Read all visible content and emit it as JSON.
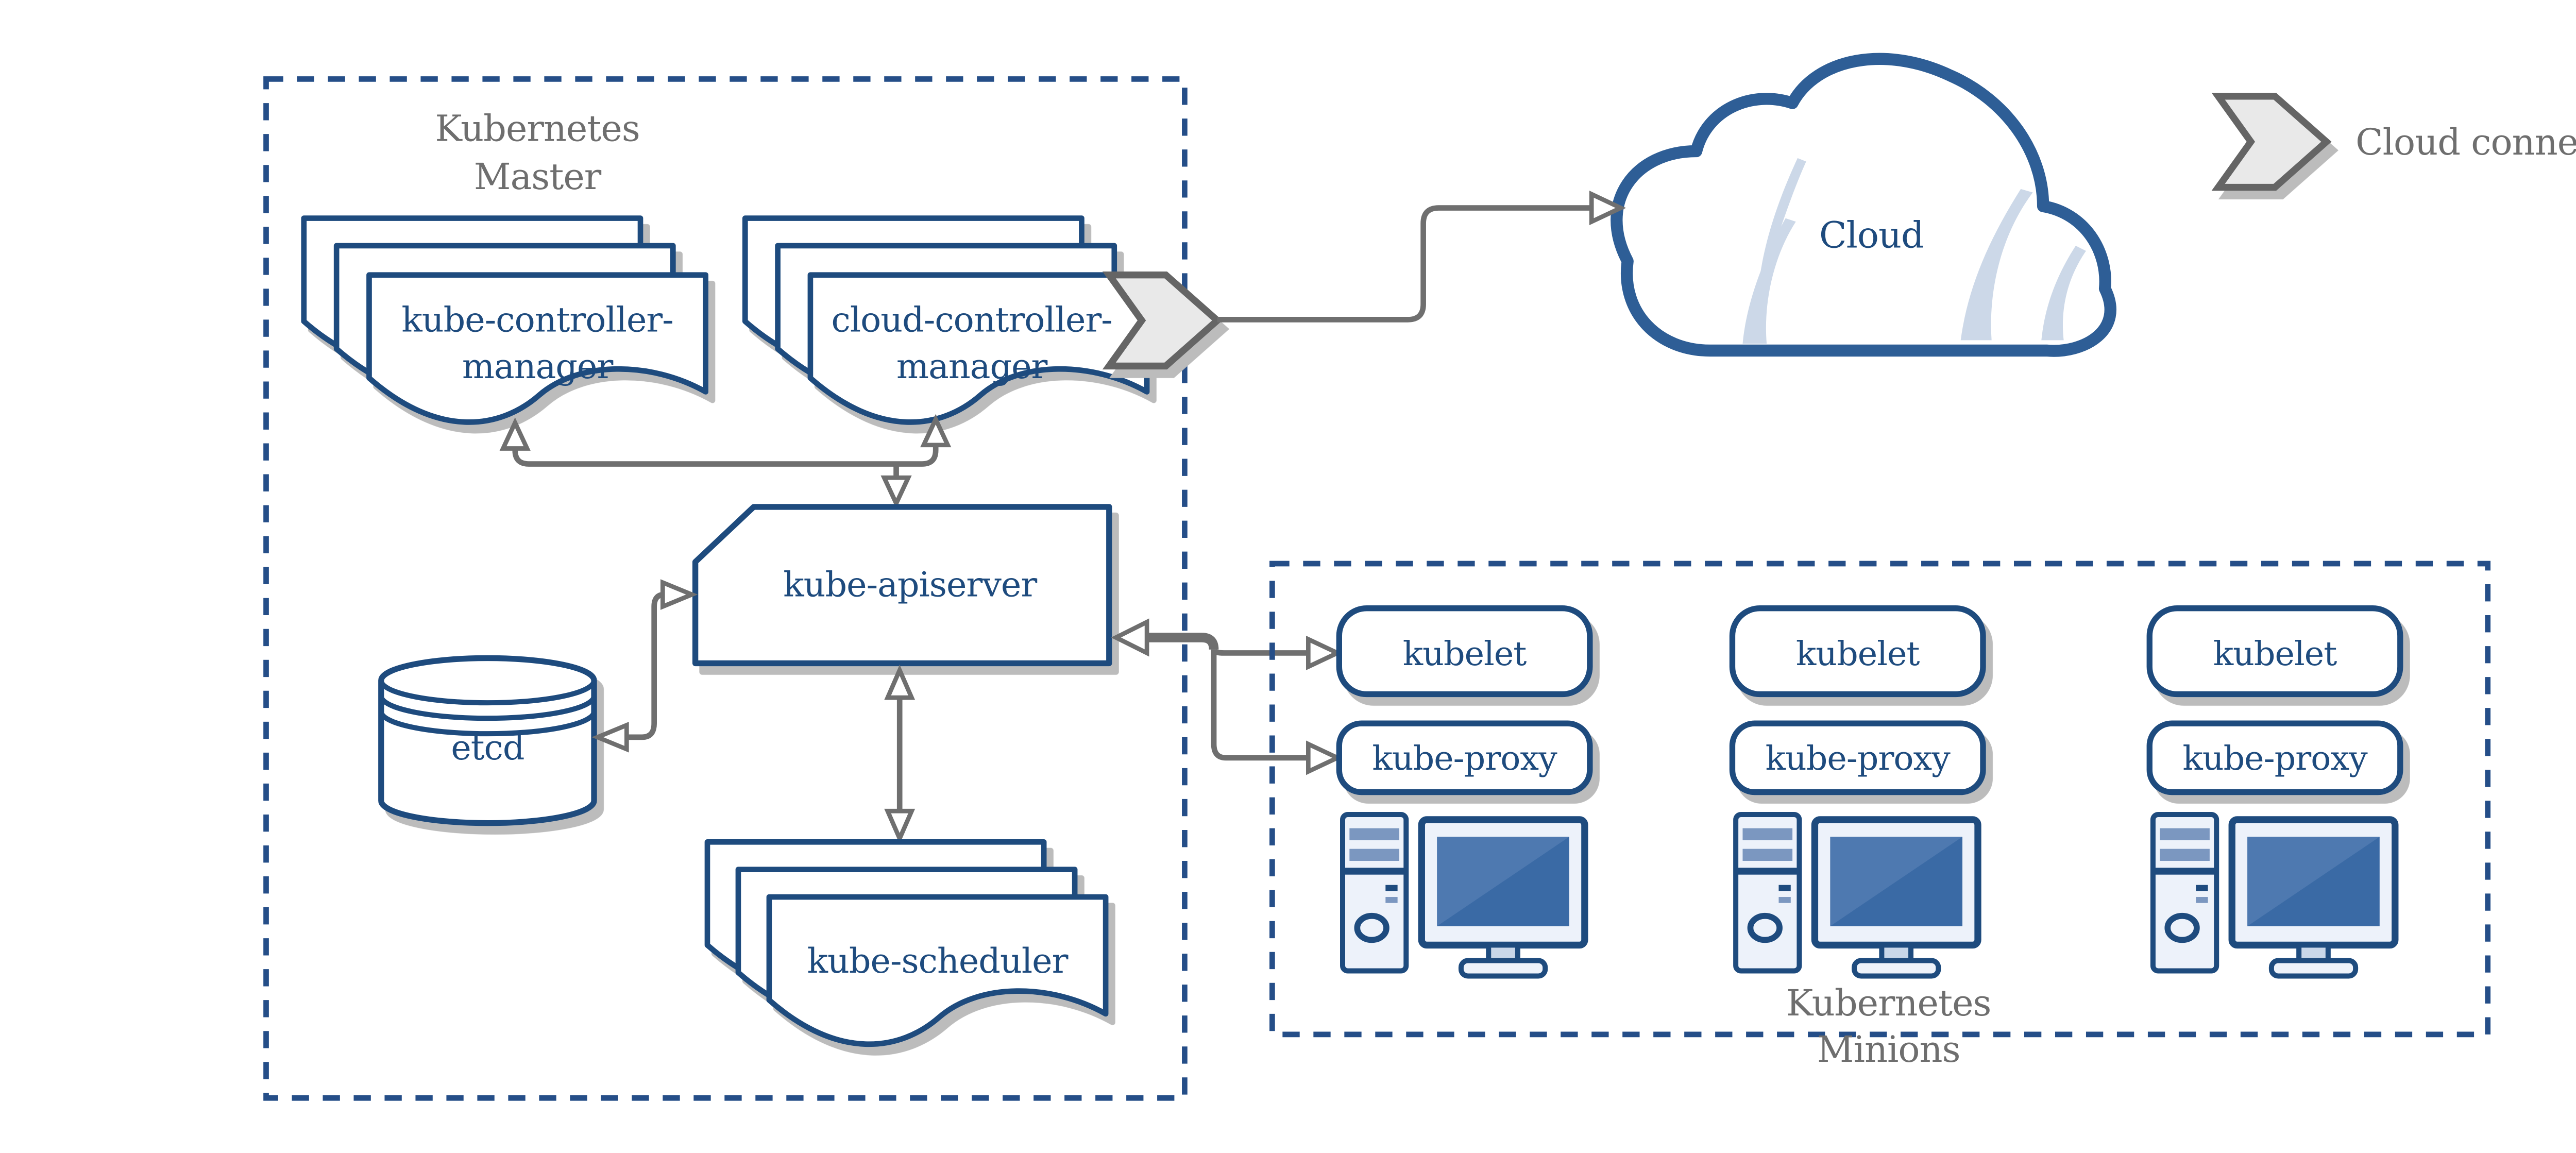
{
  "diagram": "Kubernetes architecture",
  "colors": {
    "navy_border_text": "#1e4b7e",
    "dashed_border_blue": "#254e88",
    "gray_labels": "#6e6e6e",
    "arrow_gray": "#6f6f6f",
    "shadow_gray": "#bcbcbc",
    "monitor_screen_blue": "#3a6aa5",
    "monitor_sheen_blue": "#4e79b0",
    "light_fill": "#edf2fa",
    "tower_band_blue": "#7b97c0",
    "cloud_streak_blue": "#ccd8e8",
    "chevron_fill": "#e9e9e9",
    "chevron_stroke": "#656565",
    "background": "#ffffff"
  },
  "icons": [
    "cloud-connector-chevron-icon",
    "cloud-icon",
    "database-cylinder-icon",
    "document-stack-icon",
    "desktop-computer-icon"
  ],
  "master": {
    "label_line1": "Kubernetes",
    "label_line2": "Master",
    "kube_controller_manager": {
      "label_line1": "kube-controller-",
      "label_line2": "manager"
    },
    "cloud_controller_manager": {
      "label_line1": "cloud-controller-",
      "label_line2": "manager"
    },
    "kube_apiserver": {
      "label": "kube-apiserver"
    },
    "etcd": {
      "label": "etcd"
    },
    "kube_scheduler": {
      "label": "kube-scheduler"
    }
  },
  "cloud": {
    "label": "Cloud"
  },
  "legend": {
    "cloud_connector_label": "Cloud connector"
  },
  "minions": {
    "label_line1": "Kubernetes",
    "label_line2": "Minions",
    "nodes": [
      {
        "kubelet_label": "kubelet",
        "kube_proxy_label": "kube-proxy"
      },
      {
        "kubelet_label": "kubelet",
        "kube_proxy_label": "kube-proxy"
      },
      {
        "kubelet_label": "kubelet",
        "kube_proxy_label": "kube-proxy"
      }
    ]
  }
}
